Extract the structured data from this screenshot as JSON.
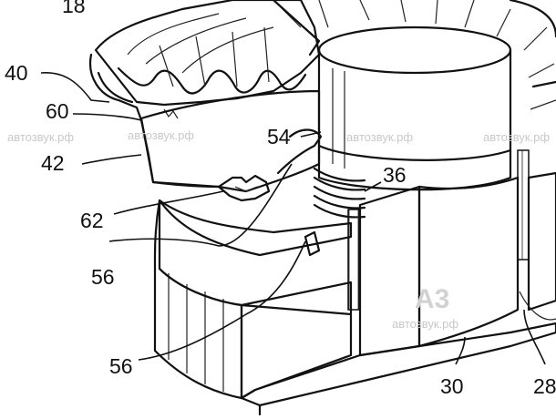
{
  "labels": {
    "l18": "18",
    "l40": "40",
    "l60": "60",
    "l42": "42",
    "l54": "54",
    "l36": "36",
    "l62": "62",
    "l56a": "56",
    "l56b": "56",
    "l30": "30",
    "l28": "28"
  },
  "watermarks": {
    "w1": "автозвук.рф",
    "w2": "автозвук.рф",
    "w3": "автозвук.рф",
    "w4": "автозвук.рф",
    "w5": "автозвук.рф",
    "logo": "A3"
  },
  "colors": {
    "ink": "#111111",
    "paper": "#ffffff",
    "watermark": "#c9c9c9"
  }
}
